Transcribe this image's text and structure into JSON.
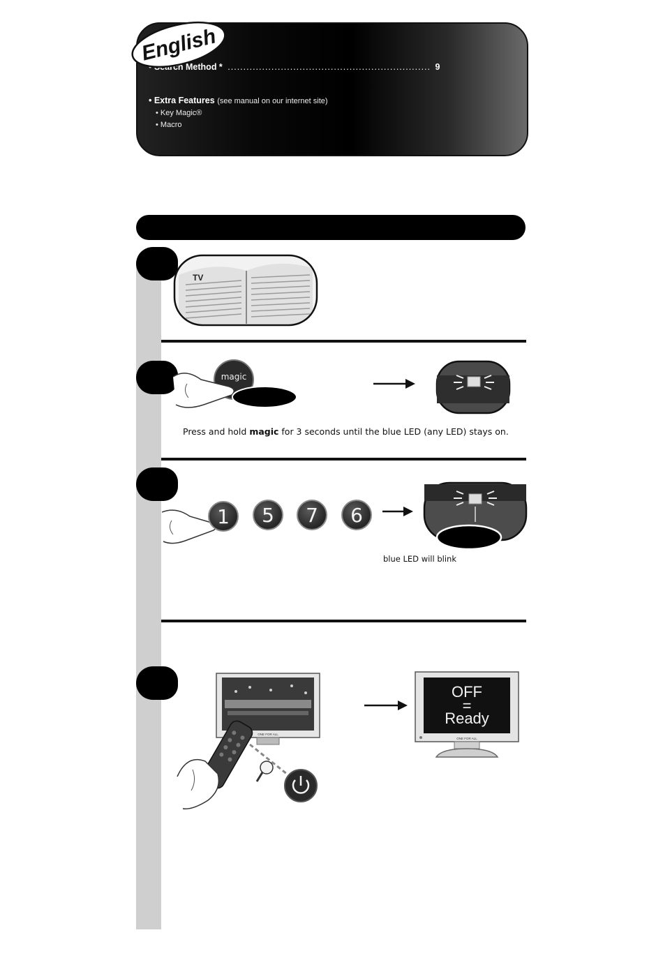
{
  "header": {
    "language_badge": "English",
    "toc": [
      {
        "label": "• Search Method *",
        "leader": ".................................................................",
        "page": "9"
      },
      {
        "label": "• Extra Features",
        "note": "(see manual on our internet site)"
      }
    ],
    "extra_features_items": [
      "• Key Magic®",
      "• Macro"
    ]
  },
  "steps": {
    "step2": {
      "button_label": "magic",
      "caption_prefix": "Press and hold ",
      "caption_bold": "magic",
      "caption_suffix": " for 3 seconds until the blue LED (any LED) stays on."
    },
    "step3": {
      "digits": [
        "1",
        "5",
        "7",
        "6"
      ],
      "caption": "blue LED will blink"
    },
    "step4": {
      "tv_brand": "ONE FOR ALL",
      "screen_line1": "OFF",
      "screen_line2": "=",
      "screen_line3": "Ready"
    }
  },
  "colors": {
    "rail": "#cfcfcf",
    "panel_dark": "#000000",
    "accent": "#111111"
  },
  "icons": [
    "code-book-icon",
    "finger-press-icon",
    "led-blink-icon",
    "arrow-right-icon",
    "remote-hand-icon",
    "power-button-icon",
    "magnifier-icon",
    "tv-off-icon"
  ]
}
